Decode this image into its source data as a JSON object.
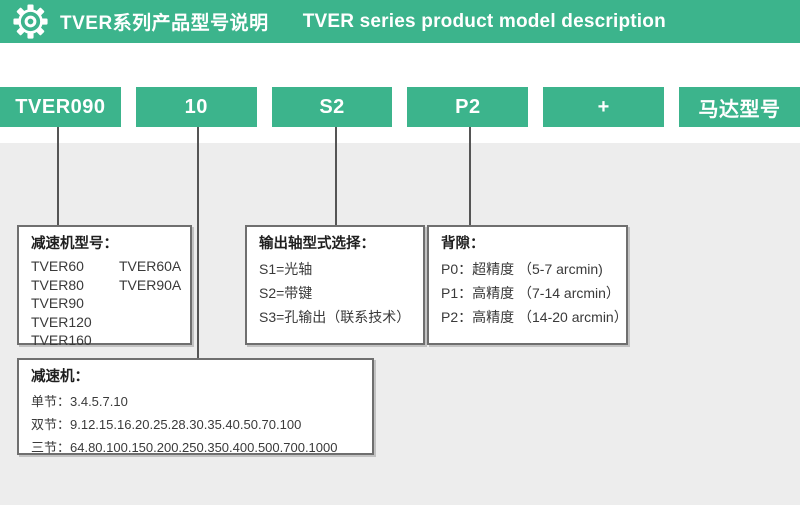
{
  "header": {
    "title_zh": "TVER系列产品型号说明",
    "title_en": "TVER series product model description",
    "icon": "gear-icon"
  },
  "model_row": [
    {
      "label": "TVER090"
    },
    {
      "label": "10"
    },
    {
      "label": "S2"
    },
    {
      "label": "P2"
    },
    {
      "label": "+"
    },
    {
      "label": "马达型号"
    }
  ],
  "boxes": {
    "gearbox_model": {
      "heading": "减速机型号：",
      "col1": [
        "TVER60",
        "TVER80",
        "TVER90",
        "TVER120",
        "TVER160"
      ],
      "col2": [
        "TVER60A",
        "TVER90A"
      ]
    },
    "output_shaft": {
      "heading": "输出轴型式选择：",
      "items": [
        "S1=光轴",
        "S2=带键",
        "S3=孔输出（联系技术）"
      ]
    },
    "backlash": {
      "heading": "背隙：",
      "items": [
        "P0：超精度 （5-7 arcmin)",
        "P1：高精度 （7-14 arcmin）",
        "P2：高精度 （14-20 arcmin）"
      ]
    },
    "ratio": {
      "heading": "减速机：",
      "items": [
        "单节：3.4.5.7.10",
        "双节：9.12.15.16.20.25.28.30.35.40.50.70.100",
        "三节：64.80.100.150.200.250.350.400.500.700.1000"
      ]
    }
  },
  "colors": {
    "accent_green": "#3cb48c",
    "panel_grey": "#ededed",
    "box_border": "#6f6f6f",
    "connector": "#555555"
  }
}
